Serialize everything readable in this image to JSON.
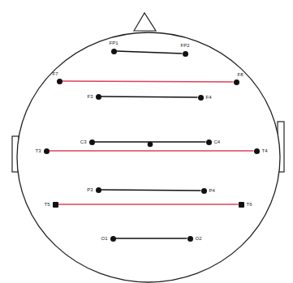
{
  "diagram": {
    "nodes": [
      {
        "text": [
          "FP1"
        ]
      },
      {
        "text": [
          "FP2"
        ]
      },
      {
        "text": [
          "F7"
        ]
      },
      {
        "text": [
          "F8"
        ]
      },
      {
        "text": [
          "F3"
        ]
      },
      {
        "text": [
          "F4"
        ]
      },
      {
        "text": [
          "C3"
        ]
      },
      {
        "text": [
          "C4"
        ]
      },
      {
        "text": [
          "T3"
        ]
      },
      {
        "text": [
          "T4"
        ]
      },
      {
        "text": [
          "P3"
        ]
      },
      {
        "text": [
          "P4"
        ]
      },
      {
        "text": [
          "T5"
        ]
      },
      {
        "text": [
          "T6"
        ]
      },
      {
        "text": [
          "O1"
        ]
      },
      {
        "text": [
          "O2"
        ]
      }
    ],
    "edges": [
      {
        "from": 0,
        "to": 1,
        "arrow": "none"
      },
      {
        "from": 2,
        "to": 3,
        "arrow": "none"
      },
      {
        "from": 4,
        "to": 5,
        "arrow": "none"
      },
      {
        "from": 6,
        "to": 7,
        "arrow": "none"
      },
      {
        "from": 8,
        "to": 9,
        "arrow": "none"
      },
      {
        "from": 10,
        "to": 11,
        "arrow": "none"
      },
      {
        "from": 12,
        "to": 13,
        "arrow": "none"
      },
      {
        "from": 14,
        "to": 15,
        "arrow": "none"
      }
    ]
  }
}
